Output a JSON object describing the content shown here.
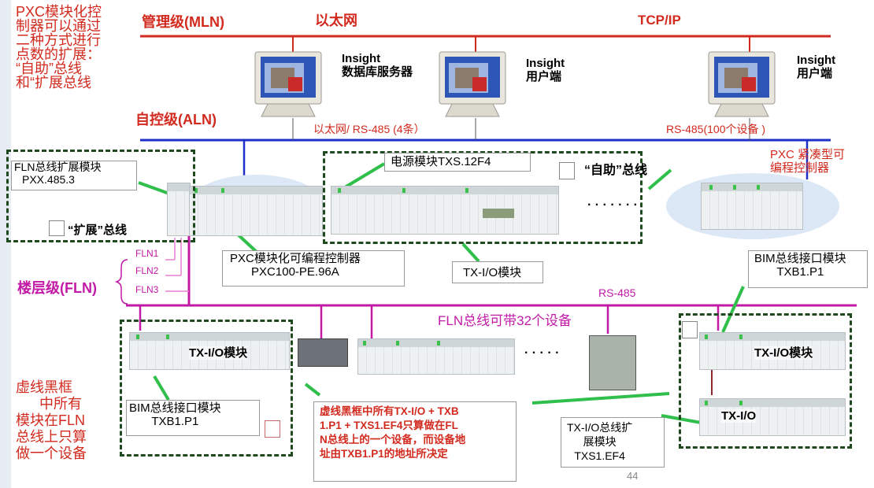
{
  "side_note_top": [
    "PXC模块化控",
    "制器可以通过",
    "二种方式进行",
    "点数的扩展：",
    "“自助”总线",
    "和“扩展总线"
  ],
  "side_note_bottom": [
    "虚线黑框",
    "中所有",
    "模块在FLN",
    "总线上只算",
    "做一个设备"
  ],
  "mln": {
    "level": "管理级(MLN)",
    "ethernet": "以太网",
    "protocol": "TCP/IP"
  },
  "workstations": [
    {
      "title": "Insight",
      "subtitle": "数据库服务器"
    },
    {
      "title": "Insight",
      "subtitle": "用户端"
    },
    {
      "title": "Insight",
      "subtitle": "用户端"
    }
  ],
  "aln": {
    "level": "自控级(ALN)",
    "ethernet_rs485": "以太网/ RS-485 (4条）",
    "rs485_100": "RS-485(100个设备 )"
  },
  "compact_controller": [
    "PXC 紧凑型可",
    "编程控制器"
  ],
  "fln_expansion_module": [
    "FLN总线扩展模块",
    "PXX.485.3"
  ],
  "expansion_bus": "“扩展”总线",
  "power_module": "电源模块TXS.12F4",
  "self_bus": "“自助”总线",
  "ellipsis_top": "· · · · · · ·",
  "pxc_modular": [
    "PXC模块化可编程控制器",
    "PXC100-PE.96A"
  ],
  "txio_module": "TX-I/O模块",
  "bim_top": [
    "BIM总线接口模块",
    "TXB1.P1"
  ],
  "fln_lines": [
    "FLN1",
    "FLN2",
    "FLN3"
  ],
  "fln_level": "楼层级(FLN)",
  "rs485_fln": "RS-485",
  "fln32": "FLN总线可带32个设备",
  "left_group_label": "TX-I/O模块",
  "bim_left": [
    "BIM总线接口模块",
    "TXB1.P1"
  ],
  "ellipsis_mid": "· · · · ·",
  "red_note": [
    "虚线黑框中所有TX-I/O + TXB",
    "1.P1 + TXS1.EF4只算做在FL",
    "N总线上的一个设备，而设备地",
    "址由TXB1.P1的地址所决定"
  ],
  "right_group_label1": "TX-I/O模块",
  "right_group_label2": "TX-I/O",
  "txio_bus_ext": [
    "TX-I/O总线扩",
    "展模块",
    "TXS1.EF4"
  ],
  "page_number": "44",
  "colors": {
    "red": "#d22a1e",
    "magenta": "#c21aa6",
    "blue": "#1d2fc8",
    "green": "#2fbf4a",
    "dash": "#1f4a1f"
  }
}
